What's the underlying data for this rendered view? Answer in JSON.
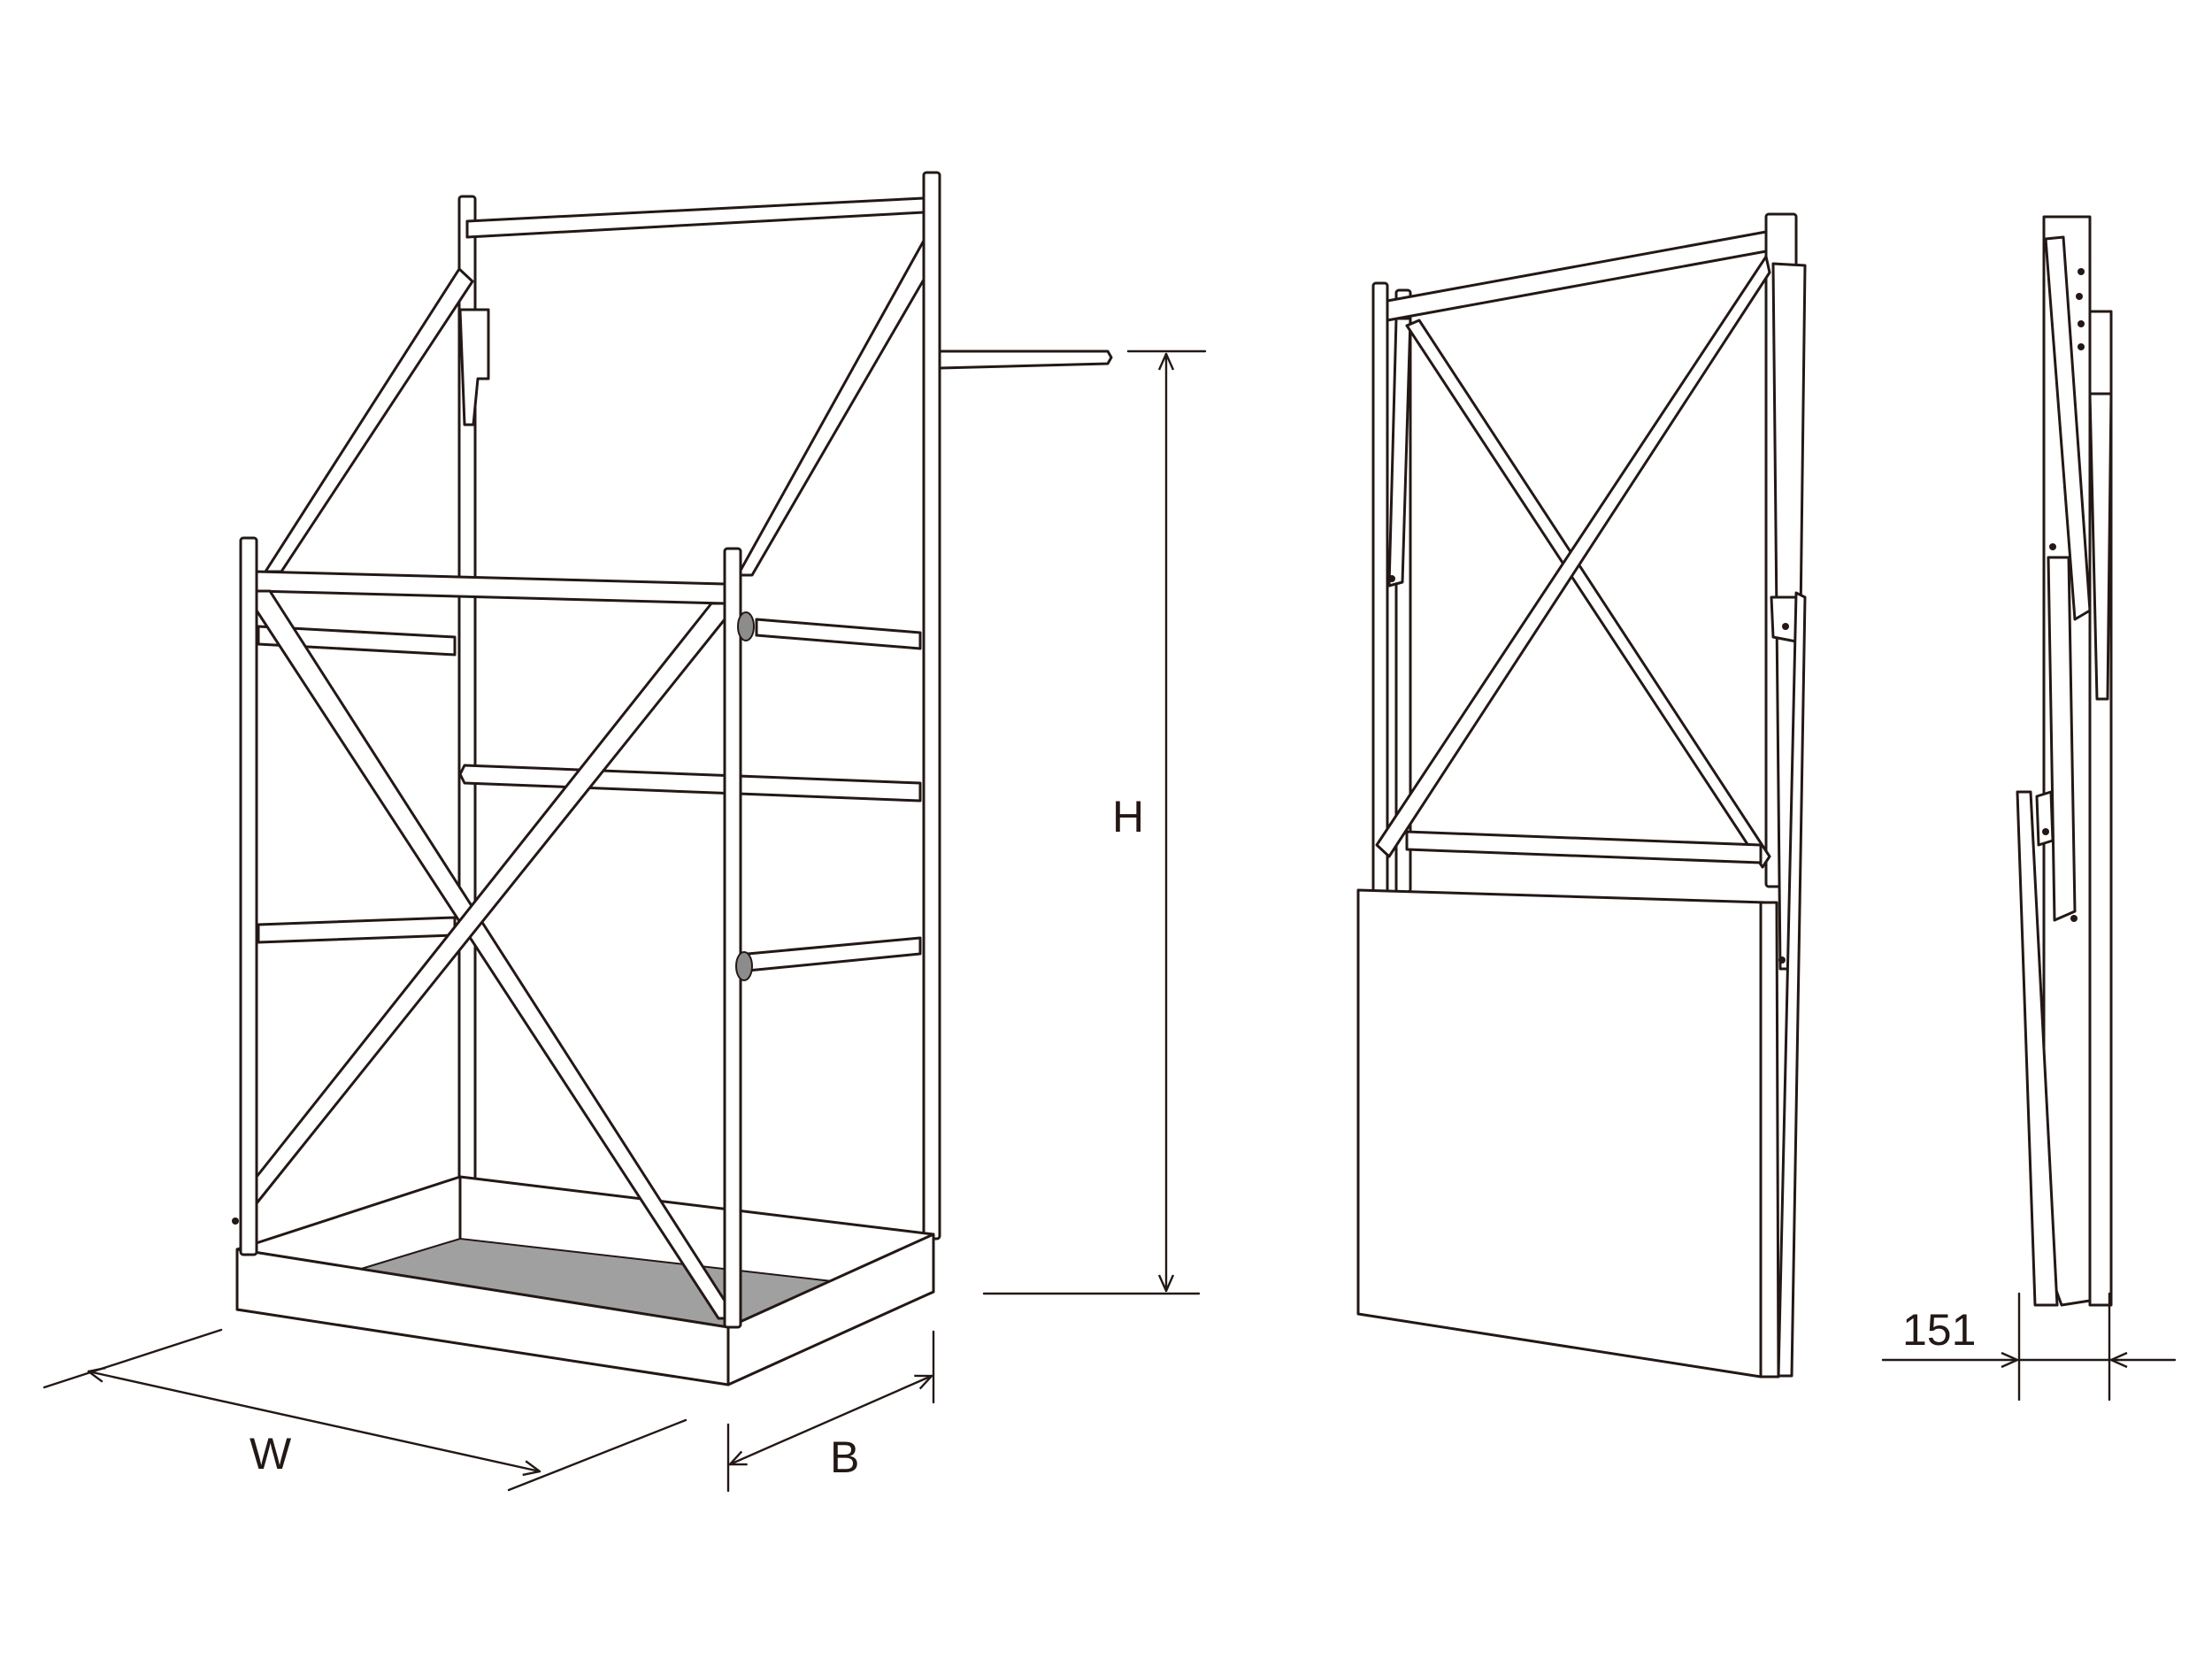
{
  "labels": {
    "width": "W",
    "depth": "B",
    "height": "H",
    "folded_thickness": "151"
  },
  "colors": {
    "line": "#231815",
    "floor": "#a0a0a0",
    "hinge_knob": "#8c8c8c",
    "background": "#ffffff"
  }
}
